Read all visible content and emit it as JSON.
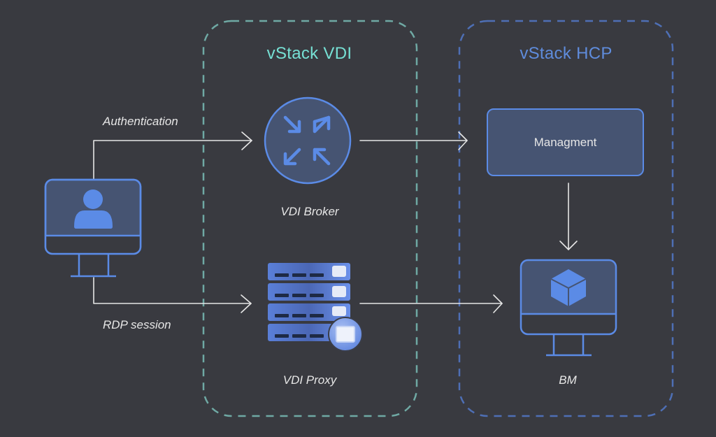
{
  "zones": {
    "vdi": {
      "title": "vStack VDI",
      "color": "#76e0d4"
    },
    "hcp": {
      "title": "vStack HCP",
      "color": "#5f8cdc"
    }
  },
  "nodes": {
    "client": {
      "icon": "user-monitor-icon"
    },
    "broker": {
      "label": "VDI Broker",
      "icon": "arrows-converge-icon"
    },
    "proxy": {
      "label": "VDI Proxy",
      "icon": "server-stack-icon"
    },
    "management": {
      "label": "Managment"
    },
    "bm": {
      "label": "BM",
      "icon": "cube-monitor-icon"
    }
  },
  "edges": {
    "authentication": {
      "label": "Authentication",
      "from": "client",
      "to": "broker"
    },
    "rdp_session": {
      "label": "RDP session",
      "from": "client",
      "to": "proxy"
    },
    "broker_to_management": {
      "from": "broker",
      "to": "management"
    },
    "proxy_to_bm": {
      "from": "proxy",
      "to": "bm"
    },
    "management_to_bm": {
      "from": "management",
      "to": "bm"
    }
  },
  "colors": {
    "background": "#393a40",
    "accent_blue": "#5b8be6",
    "fill_blue": "#465472",
    "line": "#e6e6e6"
  }
}
